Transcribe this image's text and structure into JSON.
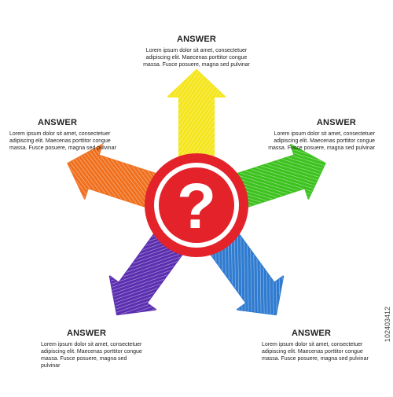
{
  "answers": [
    {
      "id": "top",
      "title": "ANSWER",
      "lines": [
        "Lorem ipsum dolor sit amet, consectetuer",
        "adipiscing elit. Maecenas porttitor congue",
        "massa. Fusce posuere, magna sed pulvinar"
      ]
    },
    {
      "id": "left",
      "title": "ANSWER",
      "lines": [
        "Lorem ipsum dolor sit amet, consectetuer",
        "adipiscing elit. Maecenas porttitor congue",
        "massa. Fusce posuere, magna sed pulvinar"
      ]
    },
    {
      "id": "right",
      "title": "ANSWER",
      "lines": [
        "Lorem ipsum dolor sit amet, consectetuer",
        "adipiscing elit. Maecenas porttitor congue",
        "massa. Fusce posuere, magna sed pulvinar"
      ]
    },
    {
      "id": "bottom-left",
      "title": "ANSWER",
      "lines": [
        "Lorem ipsum dolor sit amet, consectetuer",
        "adipiscing elit. Maecenas porttitor congue",
        "massa. Fusce posuere, magna sed pulvinar"
      ]
    },
    {
      "id": "bottom-right",
      "title": "ANSWER",
      "lines": [
        "Lorem ipsum dolor sit amet, consectetuer",
        "adipiscing elit. Maecenas porttitor congue",
        "massa. Fusce posuere, magna sed pulvinar"
      ]
    }
  ],
  "center": {
    "symbol": "?",
    "icon": "question-mark-icon",
    "color": "#e3222a"
  },
  "arrows": [
    {
      "name": "arrow-up-yellow",
      "color": "#f5e51b",
      "direction": "up"
    },
    {
      "name": "arrow-right-green",
      "color": "#3cc21e",
      "direction": "right"
    },
    {
      "name": "arrow-down-right-blue",
      "color": "#2f7bd0",
      "direction": "down-right"
    },
    {
      "name": "arrow-down-left-purple",
      "color": "#5b2fb0",
      "direction": "down-left"
    },
    {
      "name": "arrow-left-orange",
      "color": "#f0701e",
      "direction": "left"
    }
  ],
  "stock_id": "102403412"
}
